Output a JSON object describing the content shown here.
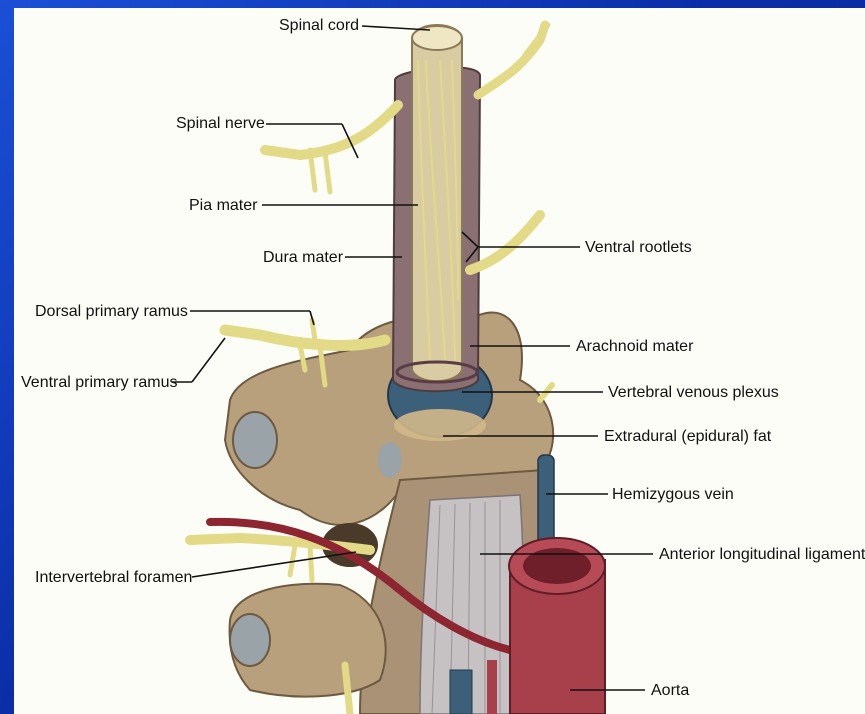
{
  "diagram": {
    "labels": {
      "spinal_cord": "Spinal cord",
      "spinal_nerve": "Spinal nerve",
      "pia_mater": "Pia mater",
      "dura_mater": "Dura mater",
      "ventral_rootlets": "Ventral rootlets",
      "dorsal_primary_ramus": "Dorsal primary ramus",
      "ventral_primary_ramus": "Ventral primary ramus",
      "arachnoid_mater": "Arachnoid mater",
      "vertebral_venous_plexus": "Vertebral venous plexus",
      "extradural_fat": "Extradural (epidural) fat",
      "hemizygous_vein": "Hemizygous vein",
      "anterior_longitudinal_ligament": "Anterior longitudinal ligament",
      "intervertebral_foramen": "Intervertebral foramen",
      "aorta": "Aorta"
    },
    "colors": {
      "background": "#0b2ea8",
      "panel": "#fdfdf8",
      "bone": "#b9a07c",
      "nerve": "#e2da86",
      "dura": "#8a6f73",
      "vein": "#3c5f7a",
      "aorta": "#a8404c",
      "artery": "#8d2630"
    }
  }
}
